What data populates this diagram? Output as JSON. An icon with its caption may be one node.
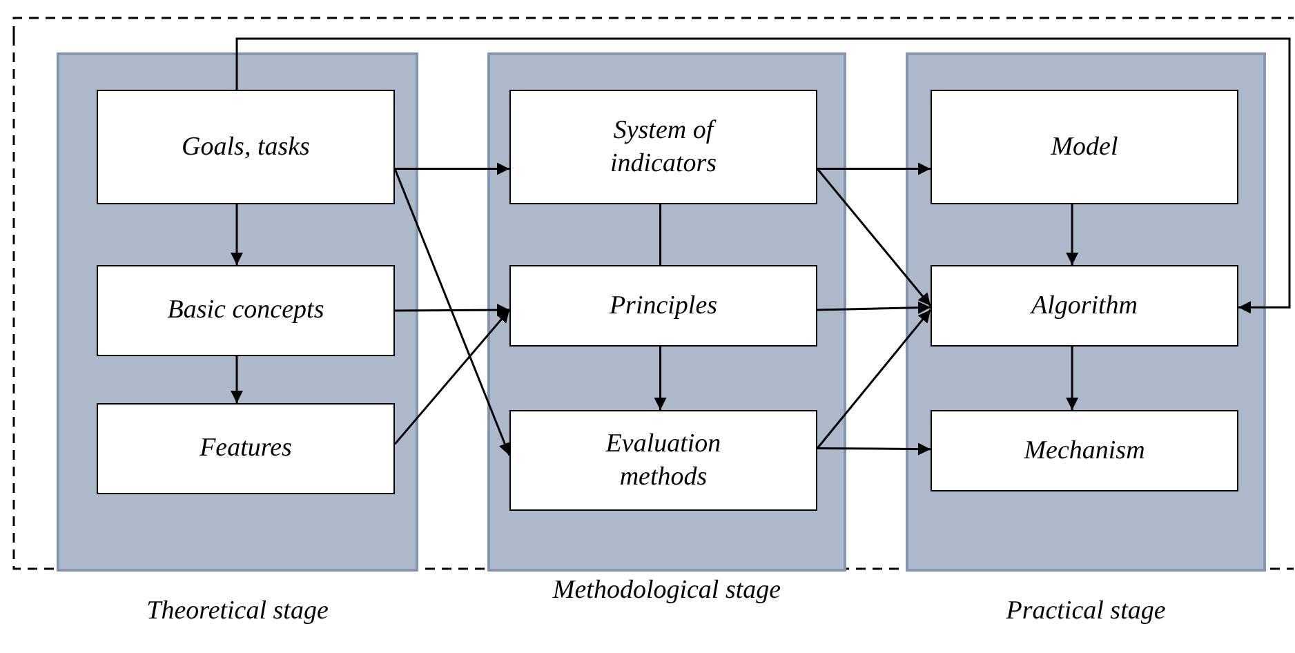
{
  "diagram": {
    "nodes": [
      {
        "text": [
          "Theoretical stage"
        ]
      },
      {
        "text": [
          "Goals, tasks"
        ],
        "in": 0
      },
      {
        "text": [
          "Basic concepts"
        ],
        "in": 0
      },
      {
        "text": [
          "Features"
        ],
        "in": 0
      },
      {
        "text": [
          "Methodological stage"
        ]
      },
      {
        "text": [
          "System of indicators"
        ],
        "in": 4
      },
      {
        "text": [
          "Principles"
        ],
        "in": 4
      },
      {
        "text": [
          "Evaluation methods"
        ],
        "in": 4
      },
      {
        "text": [
          "Practical stage"
        ]
      },
      {
        "text": [
          "Model"
        ],
        "in": 8
      },
      {
        "text": [
          "Algorithm"
        ],
        "in": 8
      },
      {
        "text": [
          "Mechanism"
        ],
        "in": 8
      }
    ],
    "edges": [
      {
        "from": 1,
        "to": 2,
        "arrow": "to"
      },
      {
        "from": 2,
        "to": 3,
        "arrow": "to"
      },
      {
        "from": 1,
        "to": 5,
        "arrow": "to"
      },
      {
        "from": 1,
        "to": 7,
        "arrow": "to"
      },
      {
        "from": 2,
        "to": 6,
        "arrow": "to"
      },
      {
        "from": 3,
        "to": 6,
        "arrow": "to"
      },
      {
        "from": 5,
        "to": 6,
        "arrow": "none"
      },
      {
        "from": 6,
        "to": 7,
        "arrow": "to"
      },
      {
        "from": 5,
        "to": 9,
        "arrow": "to"
      },
      {
        "from": 5,
        "to": 10,
        "arrow": "to"
      },
      {
        "from": 6,
        "to": 10,
        "arrow": "to"
      },
      {
        "from": 7,
        "to": 10,
        "arrow": "to"
      },
      {
        "from": 7,
        "to": 11,
        "arrow": "to"
      },
      {
        "from": 9,
        "to": 10,
        "arrow": "to"
      },
      {
        "from": 10,
        "to": 11,
        "arrow": "to"
      },
      {
        "from": 1,
        "to": 10,
        "arrow": "to"
      }
    ]
  }
}
